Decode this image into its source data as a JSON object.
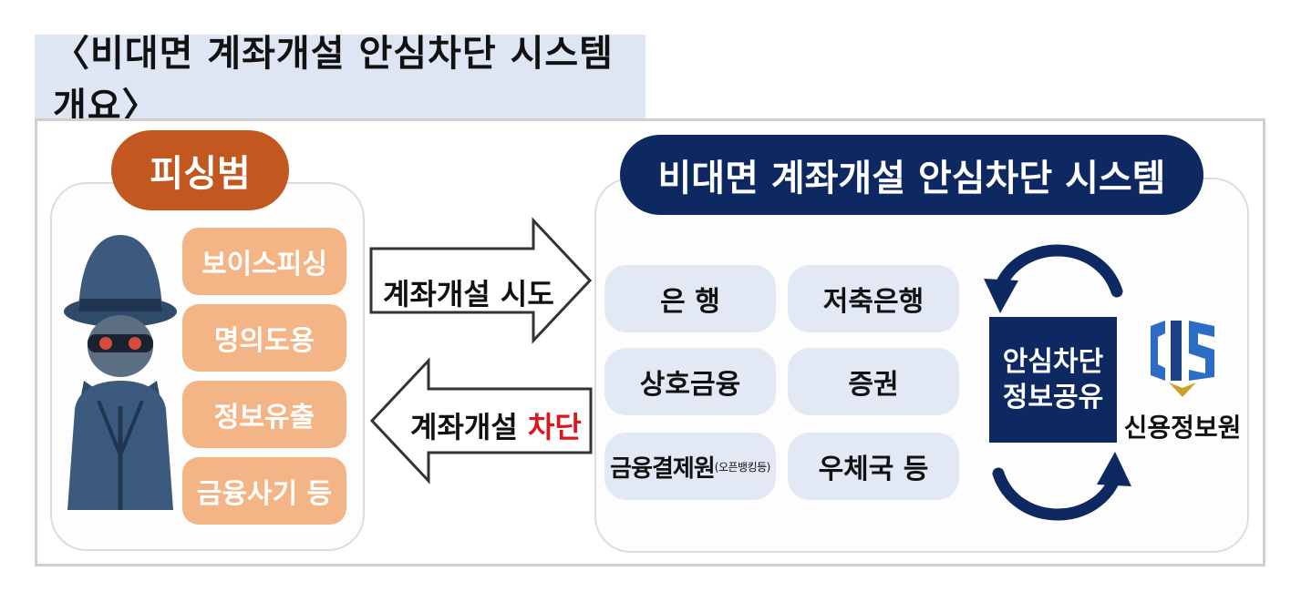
{
  "title": "〈비대면 계좌개설 안심차단 시스템 개요〉",
  "left": {
    "title": "피싱범",
    "items": [
      "보이스피싱",
      "명의도용",
      "정보유출",
      "금융사기 등"
    ]
  },
  "arrows": {
    "forward": "계좌개설 시도",
    "back_prefix": "계좌개설 ",
    "back_highlight": "차단"
  },
  "right": {
    "title": "비대면 계좌개설 안심차단 시스템",
    "institutions": [
      "은 행",
      "저축은행",
      "상호금융",
      "증권",
      "우체국 등"
    ],
    "payment_inst": "금융결제원",
    "payment_inst_note": "(오픈뱅킹등)",
    "share_line1": "안심차단",
    "share_line2": "정보공유",
    "agency": "신용정보원"
  },
  "colors": {
    "navy": "#0e2862",
    "orange": "#c2571f",
    "peach": "#f4b586",
    "block_red": "#e0141c"
  }
}
